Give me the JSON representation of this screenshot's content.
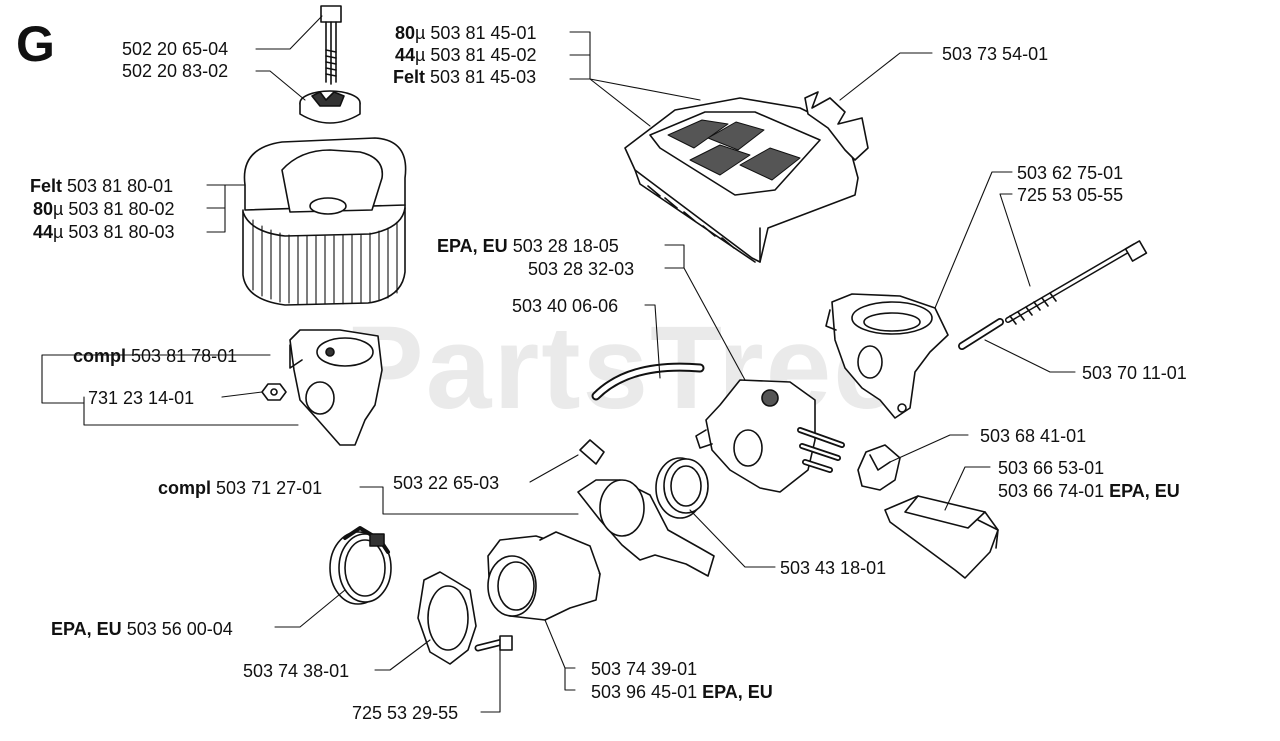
{
  "section_letter": "G",
  "watermark": "PartsTree",
  "labels": {
    "l01": {
      "num": "502 20 65-04"
    },
    "l02": {
      "num": "502 20 83-02"
    },
    "l03": {
      "prefix": "80",
      "unit": "µ",
      "num": "503 81 45-01"
    },
    "l04": {
      "prefix": "44",
      "unit": "µ",
      "num": "503 81 45-02"
    },
    "l05": {
      "prefix": "Felt",
      "num": "503 81 45-03"
    },
    "l06": {
      "num": "503 73 54-01"
    },
    "l07": {
      "prefix": "Felt",
      "num": "503 81 80-01"
    },
    "l08": {
      "prefix": "80",
      "unit": "µ",
      "num": "503 81 80-02"
    },
    "l09": {
      "prefix": "44",
      "unit": "µ",
      "num": "503 81 80-03"
    },
    "l10": {
      "num": "503 62 75-01"
    },
    "l11": {
      "num": "725 53 05-55"
    },
    "l12": {
      "prefix": "EPA, EU",
      "num": "503 28 18-05"
    },
    "l13": {
      "num": "503 28 32-03"
    },
    "l14": {
      "num": "503 40 06-06"
    },
    "l15": {
      "prefix": "compl",
      "num": "503 81 78-01"
    },
    "l16": {
      "num": "731 23 14-01"
    },
    "l17": {
      "num": "503 70 11-01"
    },
    "l18": {
      "num": "503 68 41-01"
    },
    "l19": {
      "num": "503 66 53-01"
    },
    "l20": {
      "num": "503 66 74-01",
      "suffix": "EPA, EU"
    },
    "l21": {
      "prefix": "compl",
      "num": "503 71 27-01"
    },
    "l22": {
      "num": "503 22 65-03"
    },
    "l23": {
      "num": "503 43 18-01"
    },
    "l24": {
      "prefix": "EPA, EU",
      "num": "503 56 00-04"
    },
    "l25": {
      "num": "503 74 38-01"
    },
    "l26": {
      "num": "503 74 39-01"
    },
    "l27": {
      "num": "503 96 45-01",
      "suffix": "EPA, EU"
    },
    "l28": {
      "num": "725 53 29-55"
    }
  },
  "colors": {
    "ink": "#111111",
    "watermark": "#d9d9d9",
    "paper": "#ffffff",
    "shade": "#4a4a4a"
  }
}
